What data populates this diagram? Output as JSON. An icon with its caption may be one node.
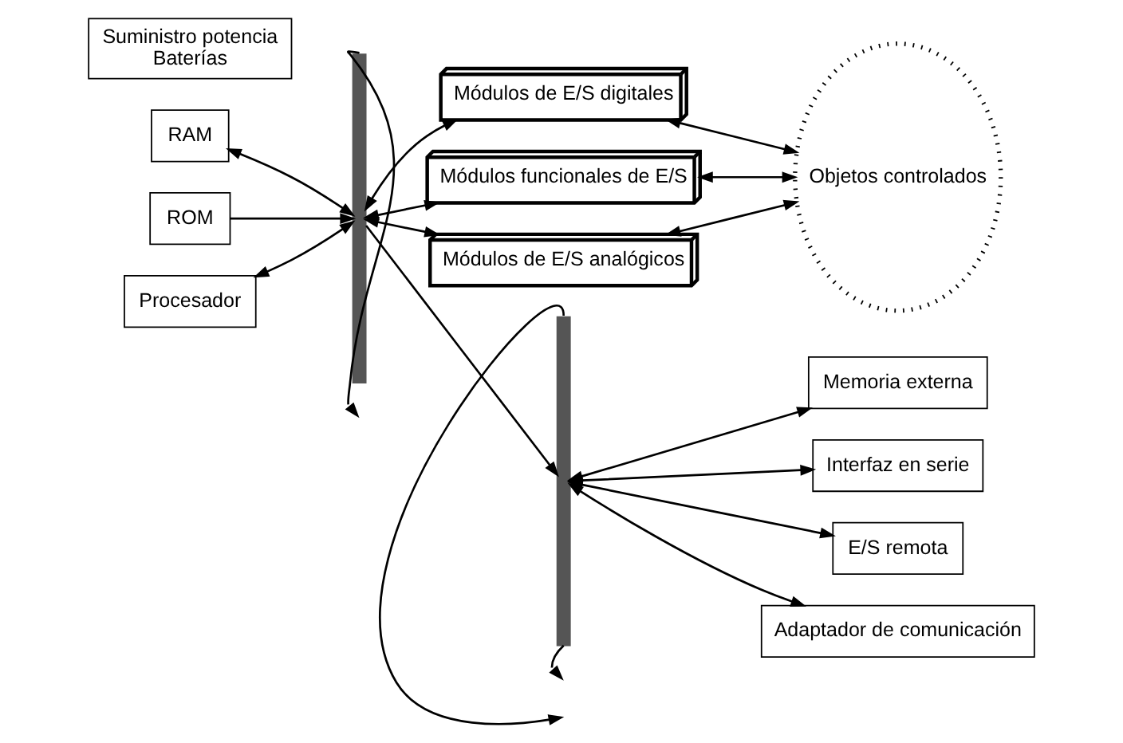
{
  "diagram": {
    "nodes": [
      {
        "text": [
          "RAM"
        ]
      },
      {
        "text": [
          "ROM"
        ]
      },
      {
        "text": [
          "Procesador"
        ]
      },
      {
        "text": [
          "Suministro potencia",
          "Baterías"
        ]
      },
      {
        "text": [],
        "shape": "bar"
      },
      {
        "text": [
          "Módulos de E/S digitales"
        ]
      },
      {
        "text": [
          "Módulos funcionales de E/S"
        ]
      },
      {
        "text": [
          "Módulos de E/S analógicos"
        ]
      },
      {
        "text": [
          "Objetos controlados"
        ]
      },
      {
        "text": [],
        "shape": "bar"
      },
      {
        "text": [
          "Memoria externa"
        ]
      },
      {
        "text": [
          "Interfaz en serie"
        ]
      },
      {
        "text": [
          "E/S remota"
        ]
      },
      {
        "text": [
          "Adaptador de comunicación"
        ]
      }
    ],
    "edges": [
      {
        "from": 0,
        "to": 4,
        "arrow": "both"
      },
      {
        "from": 1,
        "to": 4,
        "arrow": "to"
      },
      {
        "from": 2,
        "to": 4,
        "arrow": "both"
      },
      {
        "from": 4,
        "to": 5,
        "arrow": "both"
      },
      {
        "from": 4,
        "to": 6,
        "arrow": "both"
      },
      {
        "from": 4,
        "to": 7,
        "arrow": "both"
      },
      {
        "from": 5,
        "to": 8,
        "arrow": "both"
      },
      {
        "from": 6,
        "to": 8,
        "arrow": "both"
      },
      {
        "from": 7,
        "to": 8,
        "arrow": "both"
      },
      {
        "from": 4,
        "to": null,
        "arrow": "to"
      },
      {
        "from": 4,
        "to": 9,
        "arrow": "to"
      },
      {
        "from": 9,
        "to": null,
        "arrow": "to"
      },
      {
        "from": 9,
        "to": null,
        "arrow": "to"
      },
      {
        "from": 9,
        "to": 10,
        "arrow": "both"
      },
      {
        "from": 9,
        "to": 11,
        "arrow": "both"
      },
      {
        "from": 9,
        "to": 12,
        "arrow": "both"
      },
      {
        "from": 9,
        "to": 13,
        "arrow": "both"
      }
    ]
  }
}
